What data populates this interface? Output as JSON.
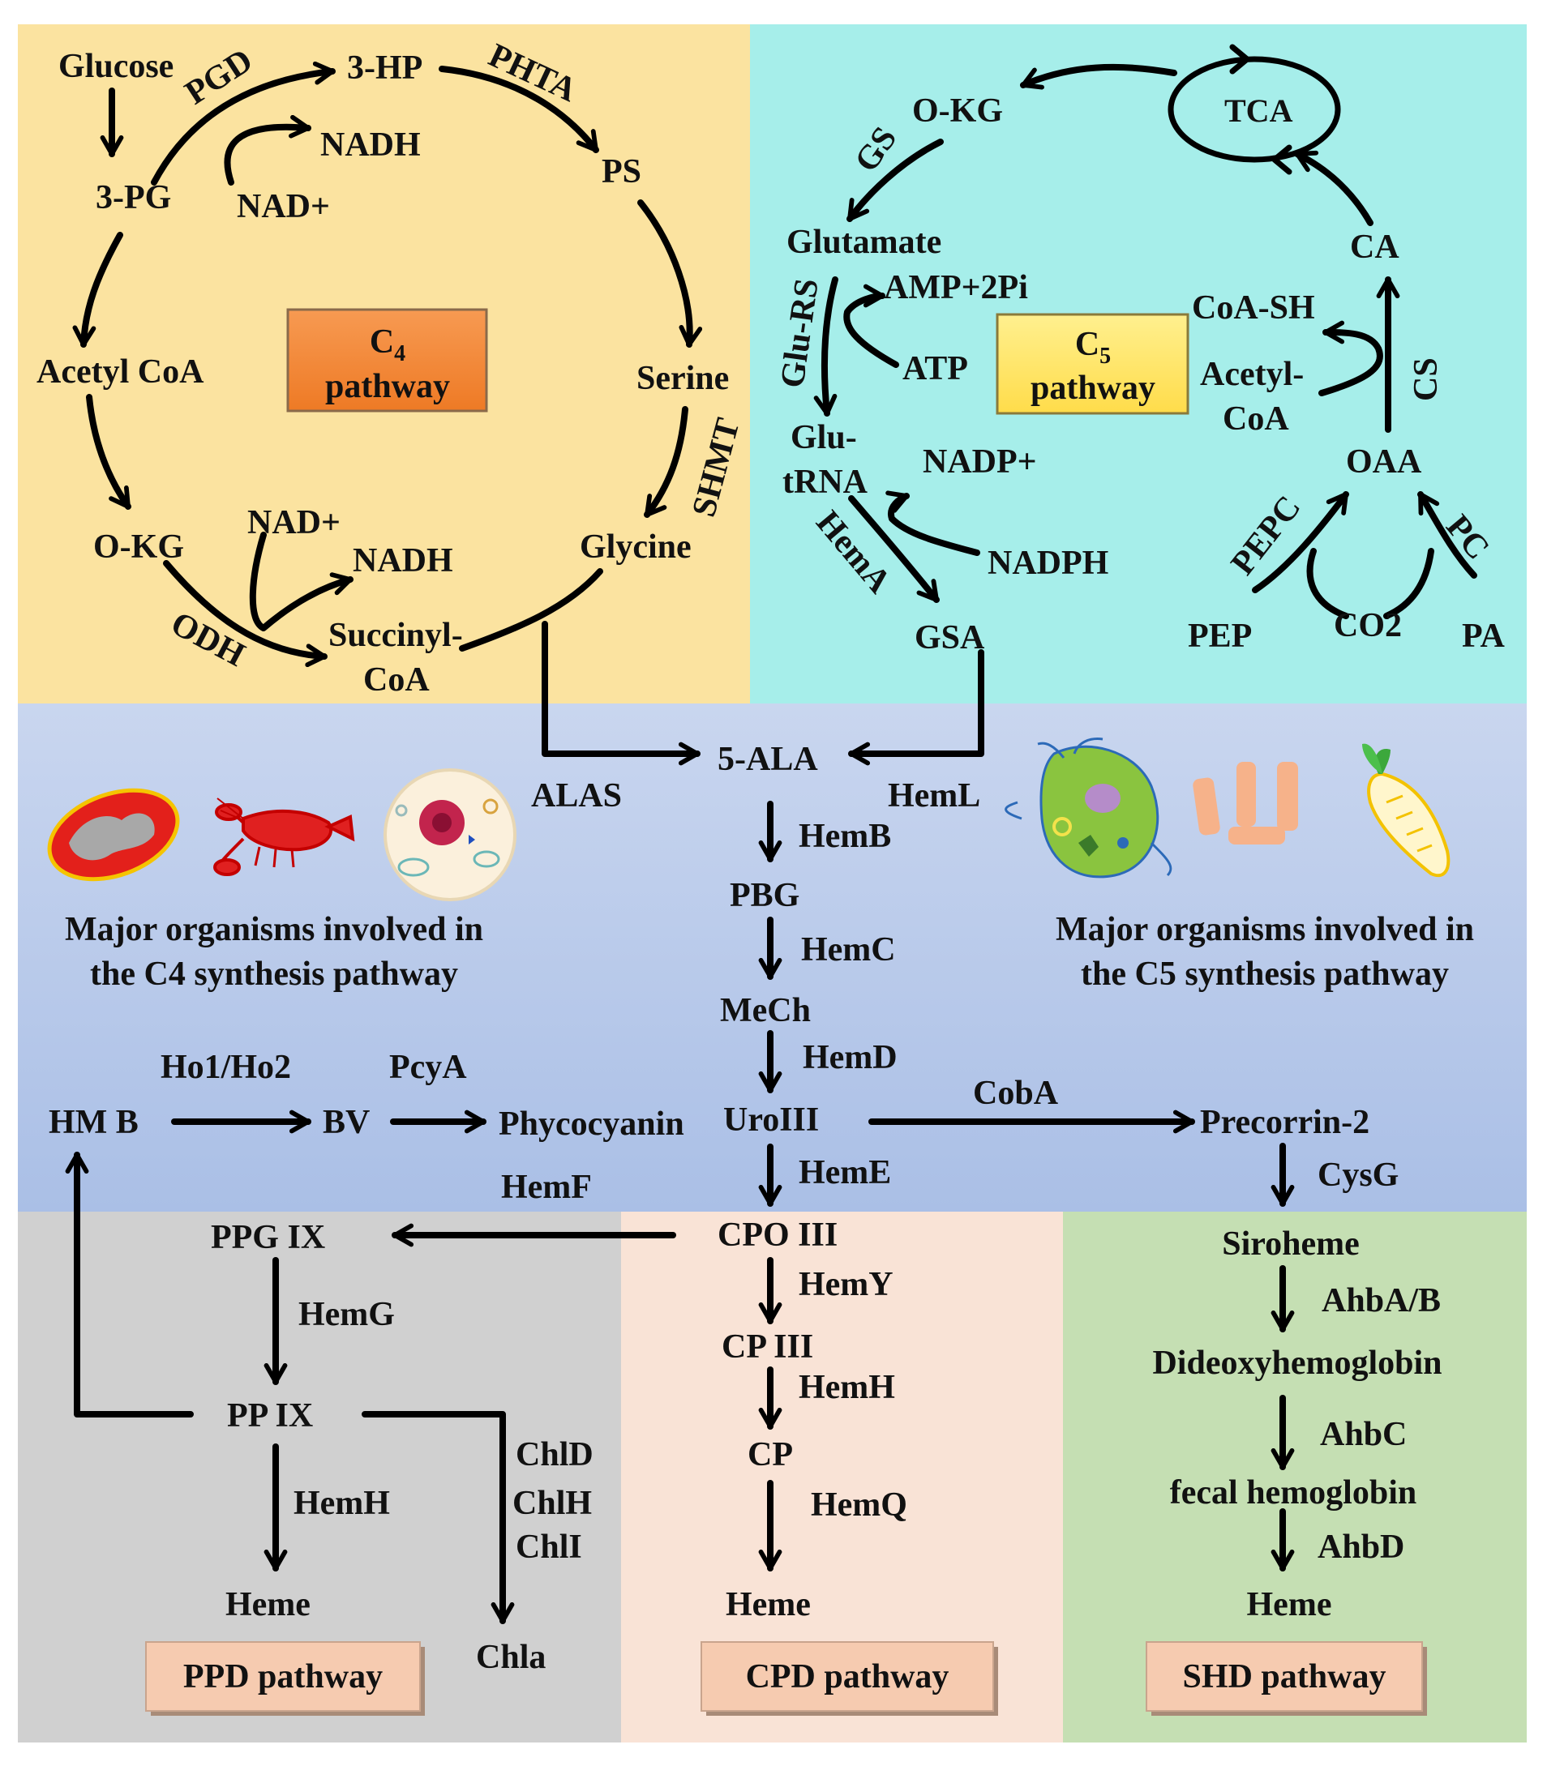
{
  "colors": {
    "c4_bg": "#fbe3a0",
    "c5_bg": "#a6eeea",
    "middle_bg_top": "#c9d6ef",
    "middle_bg_bottom": "#aabfe6",
    "ppd_bg": "#d0d0d0",
    "cpd_bg": "#f9e3d6",
    "shd_bg": "#c5dfb3",
    "c4_box": "#f58634",
    "c5_box": "#ffe66d",
    "pathway_box": "#f6cbb0",
    "arrow": "#000000"
  },
  "c4": {
    "box_sub": "4",
    "box_line1": "C",
    "box_line2": "pathway",
    "nodes": {
      "glucose": "Glucose",
      "pg3": "3-PG",
      "acetyl_coa": "Acetyl CoA",
      "okg": "O-KG",
      "hp3": "3-HP",
      "nadh1": "NADH",
      "nad1": "NAD+",
      "ps": "PS",
      "serine": "Serine",
      "glycine": "Glycine",
      "nad2": "NAD+",
      "nadh2": "NADH",
      "succinyl1": "Succinyl-",
      "succinyl2": "CoA"
    },
    "enzymes": {
      "pgd": "PGD",
      "phta": "PHTA",
      "shmt": "SHMT",
      "odh": "ODH"
    }
  },
  "c5": {
    "box_sub": "5",
    "box_line1": "C",
    "box_line2": "pathway",
    "nodes": {
      "okg": "O-KG",
      "tca": "TCA",
      "glutamate": "Glutamate",
      "amp": "AMP+2Pi",
      "atp": "ATP",
      "glu_trna1": "Glu-",
      "glu_trna2": "tRNA",
      "nadp": "NADP+",
      "nadph": "NADPH",
      "gsa": "GSA",
      "ca": "CA",
      "coa_sh": "CoA-SH",
      "acetyl1": "Acetyl-",
      "acetyl2": "CoA",
      "oaa": "OAA",
      "pep": "PEP",
      "co2": "CO2",
      "pa": "PA"
    },
    "enzymes": {
      "gs": "GS",
      "glu_rs": "Glu-RS",
      "hema": "HemA",
      "cs": "CS",
      "pepc": "PEPC",
      "pc": "PC"
    }
  },
  "middle": {
    "ala": "5-ALA",
    "alas": "ALAS",
    "heml": "HemL",
    "hemb": "HemB",
    "pbg": "PBG",
    "hemc": "HemC",
    "mech": "MeCh",
    "hemd": "HemD",
    "uroiii": "UroIII",
    "heme": "HemE",
    "hemf": "HemF",
    "cpo": "CPO III",
    "coba": "CobA",
    "precorrin": "Precorrin-2",
    "cysg": "CysG",
    "hmb": "HM B",
    "ho": "Ho1/Ho2",
    "bv": "BV",
    "pcya": "PcyA",
    "phycocyanin": "Phycocyanin",
    "c4_org_line1": "Major organisms involved in",
    "c4_org_line2": "the C4 synthesis pathway",
    "c5_org_line1": "Major organisms involved in",
    "c5_org_line2": "the C5 synthesis pathway"
  },
  "ppd": {
    "ppg": "PPG IX",
    "hemg": "HemG",
    "pp": "PP IX",
    "hemh": "HemH",
    "heme": "Heme",
    "chld": "ChlD",
    "chlh": "ChlH",
    "chli": "ChlI",
    "chla": "Chla",
    "box": "PPD pathway"
  },
  "cpd": {
    "hemy": "HemY",
    "cp3": "CP III",
    "hemh": "HemH",
    "cp": "CP",
    "hemq": "HemQ",
    "heme": "Heme",
    "box": "CPD pathway"
  },
  "shd": {
    "siroheme": "Siroheme",
    "ahbab": "AhbA/B",
    "dideoxy": "Dideoxyhemoglobin",
    "ahbc": "AhbC",
    "fecal": "fecal hemoglobin",
    "ahbd": "AhbD",
    "heme": "Heme",
    "box": "SHD pathway"
  }
}
